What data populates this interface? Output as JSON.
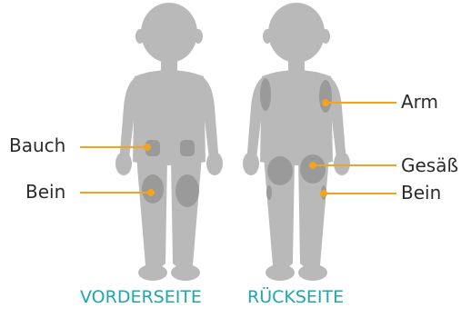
{
  "labels": {
    "bauch": "Bauch",
    "bein_front": "Bein",
    "arm": "Arm",
    "gesaess": "Gesäß",
    "bein_back": "Bein"
  },
  "captions": {
    "front": "VORDERSEITE",
    "back": "RÜCKSEITE"
  },
  "colors": {
    "body": "#b9b9b9",
    "site": "#9a9a9a",
    "leader": "#f4a21f",
    "caption": "#20a6ad",
    "text": "#2b2b2b"
  }
}
